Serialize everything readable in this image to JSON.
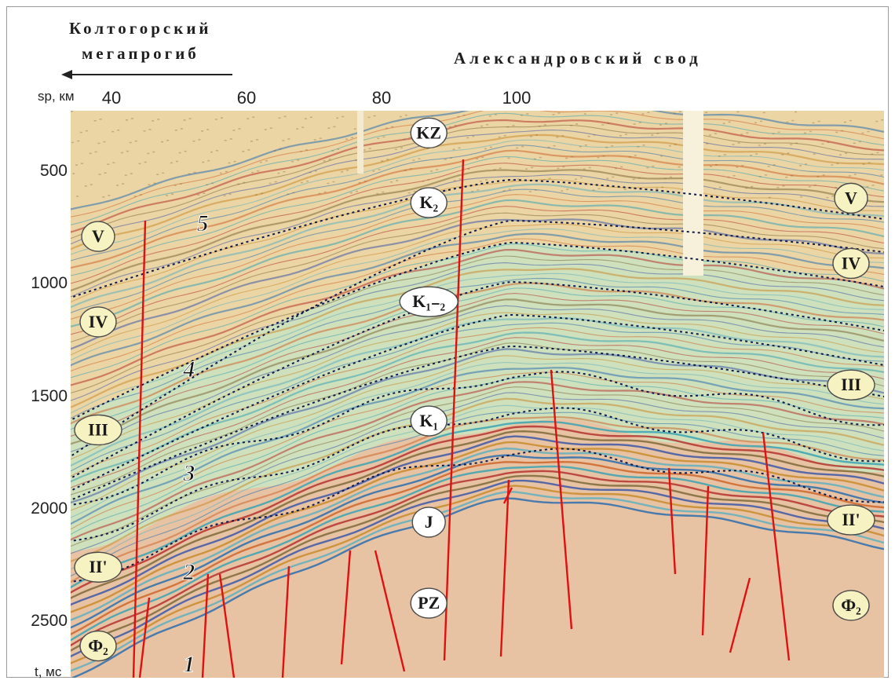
{
  "header": {
    "left_region_line1": "Колтогорский",
    "left_region_line2": "мегапрогиб",
    "right_region": "Александровский свод"
  },
  "x_axis": {
    "unit_label": "sp, км",
    "ticks": [
      {
        "value": 40,
        "label": "40"
      },
      {
        "value": 60,
        "label": "60"
      },
      {
        "value": 80,
        "label": "80"
      },
      {
        "value": 100,
        "label": "100"
      }
    ]
  },
  "y_axis": {
    "unit_label": "t, мс",
    "ticks": [
      {
        "value": 500,
        "label": "500"
      },
      {
        "value": 1000,
        "label": "1000"
      },
      {
        "value": 1500,
        "label": "1500"
      },
      {
        "value": 2000,
        "label": "2000"
      },
      {
        "value": 2500,
        "label": "2500"
      }
    ]
  },
  "reflector_labels": {
    "left": [
      {
        "text": "V",
        "t": 790
      },
      {
        "text": "IV",
        "t": 1170
      },
      {
        "text": "III",
        "t": 1650
      },
      {
        "text": "II'",
        "t": 2260
      },
      {
        "text": "Ф₂",
        "t": 2610
      }
    ],
    "right": [
      {
        "text": "V",
        "t": 620
      },
      {
        "text": "IV",
        "t": 910
      },
      {
        "text": "III",
        "t": 1450
      },
      {
        "text": "II'",
        "t": 2050
      },
      {
        "text": "Ф₂",
        "t": 2430
      }
    ]
  },
  "age_labels": [
    {
      "text": "KZ",
      "sp": 87,
      "t": 330
    },
    {
      "text": "K₂",
      "sp": 87,
      "t": 640
    },
    {
      "text": "K₁₋₂",
      "sp": 87,
      "t": 1080
    },
    {
      "text": "K₁",
      "sp": 87,
      "t": 1610
    },
    {
      "text": "J",
      "sp": 87,
      "t": 2060
    },
    {
      "text": "PZ",
      "sp": 87,
      "t": 2420
    }
  ],
  "sequence_numbers": [
    {
      "text": "5",
      "sp": 53.5,
      "t": 730
    },
    {
      "text": "4",
      "sp": 51.5,
      "t": 1380
    },
    {
      "text": "3",
      "sp": 51.5,
      "t": 1840
    },
    {
      "text": "2",
      "sp": 51.5,
      "t": 2280
    },
    {
      "text": "1",
      "sp": 51.5,
      "t": 2690
    }
  ],
  "colors": {
    "frame": "#9a9a9a",
    "fault": "#e01010",
    "horizon_dotted": "#0d1a4a",
    "upper_fill": "#ecd5a4",
    "middle_fill": "#cfe0bc",
    "lower_fill": "#e7c2a3",
    "label_fill_left": "#f7f2c2",
    "label_fill_age": "#ffffff"
  }
}
